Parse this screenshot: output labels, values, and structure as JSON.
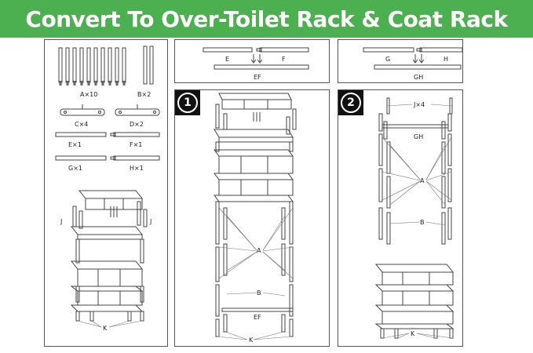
{
  "title": "Convert To Over-Toilet  Rack & Coat Rack",
  "parts": {
    "a": "A×10",
    "b": "B×2",
    "c": "C×4",
    "d": "D×2",
    "e": "E×1",
    "f": "F×1",
    "g": "G×1",
    "h": "H×1",
    "j": "J",
    "k": "K"
  },
  "combo_ef": {
    "e": "E",
    "f": "F",
    "ef": "EF"
  },
  "combo_gh": {
    "g": "G",
    "h": "H",
    "gh": "GH"
  },
  "step1": {
    "number": "1",
    "a": "A",
    "b": "B",
    "ef": "EF",
    "k": "K"
  },
  "step2": {
    "number": "2",
    "j": "J×4",
    "gh": "GH",
    "a": "A",
    "b": "B",
    "k": "K"
  }
}
